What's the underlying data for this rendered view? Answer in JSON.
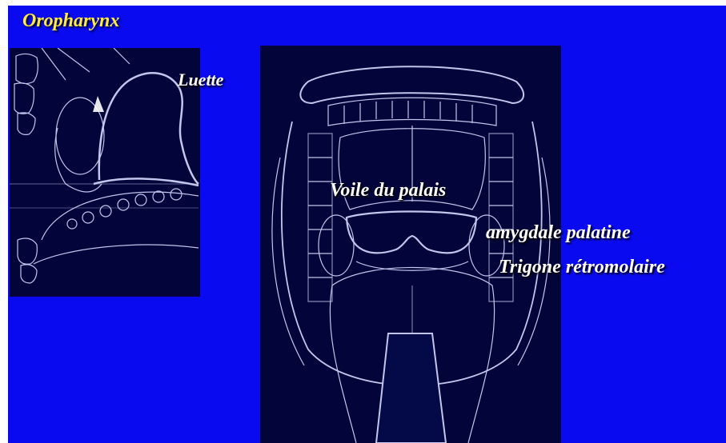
{
  "slide": {
    "title": "Oropharynx",
    "background_color": "#0a0af0",
    "title_color": "#ffeb3b",
    "panel_color": "#02043a",
    "line_color": "#d8dcff"
  },
  "labels": {
    "luette": "Luette",
    "voile_du_palais": "Voile du palais",
    "amygdale_palatine": "amygdale palatine",
    "trigone_retromolaire": "Trigone rétromolaire"
  },
  "illustrations": {
    "left": "sagittal-oropharynx-drawing",
    "right": "open-mouth-oral-cavity-drawing"
  }
}
